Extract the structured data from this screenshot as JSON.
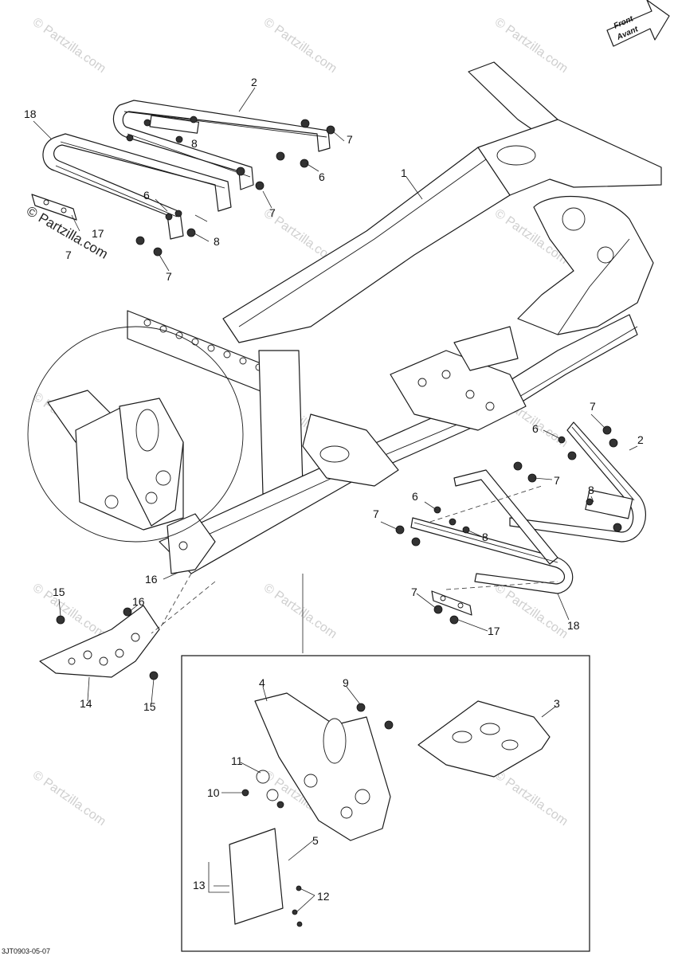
{
  "orientation_arrow": {
    "line1": "Front",
    "line2": "Avant"
  },
  "drawing_code": "3JT0903-05-07",
  "watermark": {
    "text": "© Partzilla.com",
    "strong_text": "© Partzilla.com"
  },
  "callouts": [
    {
      "id": "c1",
      "label": "1"
    },
    {
      "id": "c2a",
      "label": "2"
    },
    {
      "id": "c2b",
      "label": "2"
    },
    {
      "id": "c3",
      "label": "3"
    },
    {
      "id": "c4",
      "label": "4"
    },
    {
      "id": "c5",
      "label": "5"
    },
    {
      "id": "c6a",
      "label": "6"
    },
    {
      "id": "c6b",
      "label": "6"
    },
    {
      "id": "c6c",
      "label": "6"
    },
    {
      "id": "c6d",
      "label": "6"
    },
    {
      "id": "c7a",
      "label": "7"
    },
    {
      "id": "c7b",
      "label": "7"
    },
    {
      "id": "c7c",
      "label": "7"
    },
    {
      "id": "c7d",
      "label": "7"
    },
    {
      "id": "c7e",
      "label": "7"
    },
    {
      "id": "c7f",
      "label": "7"
    },
    {
      "id": "c7g",
      "label": "7"
    },
    {
      "id": "c7h",
      "label": "7"
    },
    {
      "id": "c8a",
      "label": "8"
    },
    {
      "id": "c8b",
      "label": "8"
    },
    {
      "id": "c8c",
      "label": "8"
    },
    {
      "id": "c8d",
      "label": "8"
    },
    {
      "id": "c9",
      "label": "9"
    },
    {
      "id": "c10",
      "label": "10"
    },
    {
      "id": "c11",
      "label": "11"
    },
    {
      "id": "c12",
      "label": "12"
    },
    {
      "id": "c13",
      "label": "13"
    },
    {
      "id": "c14",
      "label": "14"
    },
    {
      "id": "c15a",
      "label": "15"
    },
    {
      "id": "c15b",
      "label": "15"
    },
    {
      "id": "c16a",
      "label": "16"
    },
    {
      "id": "c16b",
      "label": "16"
    },
    {
      "id": "c17a",
      "label": "17"
    },
    {
      "id": "c17b",
      "label": "17"
    },
    {
      "id": "c18a",
      "label": "18"
    },
    {
      "id": "c18b",
      "label": "18"
    }
  ]
}
